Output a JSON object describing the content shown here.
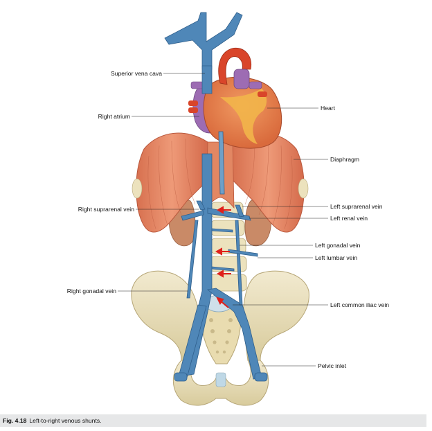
{
  "labels": {
    "superior_vena_cava": "Superior vena cava",
    "right_atrium": "Right atrium",
    "right_suprarenal_vein": "Right suprarenal vein",
    "right_gonadal_vein": "Right gonadal vein",
    "heart": "Heart",
    "diaphragm": "Diaphragm",
    "left_suprarenal_vein": "Left suprarenal vein",
    "left_renal_vein": "Left renal vein",
    "left_gonadal_vein": "Left gonadal vein",
    "left_lumbar_vein": "Left lumbar vein",
    "left_common_iliac_vein": "Left common iliac vein",
    "pelvic_inlet": "Pelvic inlet"
  },
  "caption": {
    "number": "Fig. 4.18",
    "text": "Left-to-right venous shunts."
  },
  "colors": {
    "vein": "#4f87b8",
    "vein_dark": "#2f5f8c",
    "aorta": "#d9452a",
    "heart_muscle": "#e77d4c",
    "heart_fat": "#f2b54a",
    "pulmonary": "#9d6cb3",
    "diaphragm": "#e7896a",
    "diaphragm_dark": "#b9583d",
    "bone": "#ece2bd",
    "bone_shadow": "#c8ba8a",
    "kidney": "#c98a67",
    "arrow": "#e0201b",
    "caption_bg": "#e6e7e8"
  }
}
